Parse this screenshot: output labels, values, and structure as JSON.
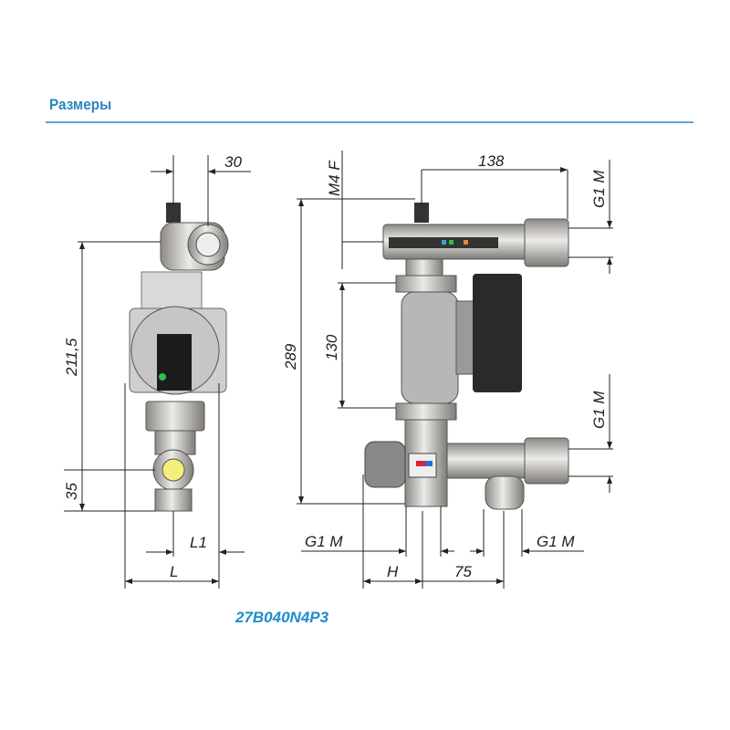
{
  "header": {
    "title": "Размеры"
  },
  "model_code": "27B040N4P3",
  "dimensions": {
    "left_view": {
      "width_top": "30",
      "height_total": "211,5",
      "port_offset": "35",
      "l1": "L1",
      "l": "L"
    },
    "right_view": {
      "vent_thread": "M4 F",
      "top_width": "138",
      "height_total": "289",
      "pump_length": "130",
      "thread_top_right": "G1 M",
      "thread_lower_right": "G1 M",
      "thread_bottom_left": "G1 M",
      "thread_bottom_right": "G1 M",
      "h": "H",
      "spacing": "75"
    }
  },
  "colors": {
    "accent": "#2b86bf",
    "indicator_green": "#2fbf4a",
    "port_yellow": "#f3ef7a"
  }
}
